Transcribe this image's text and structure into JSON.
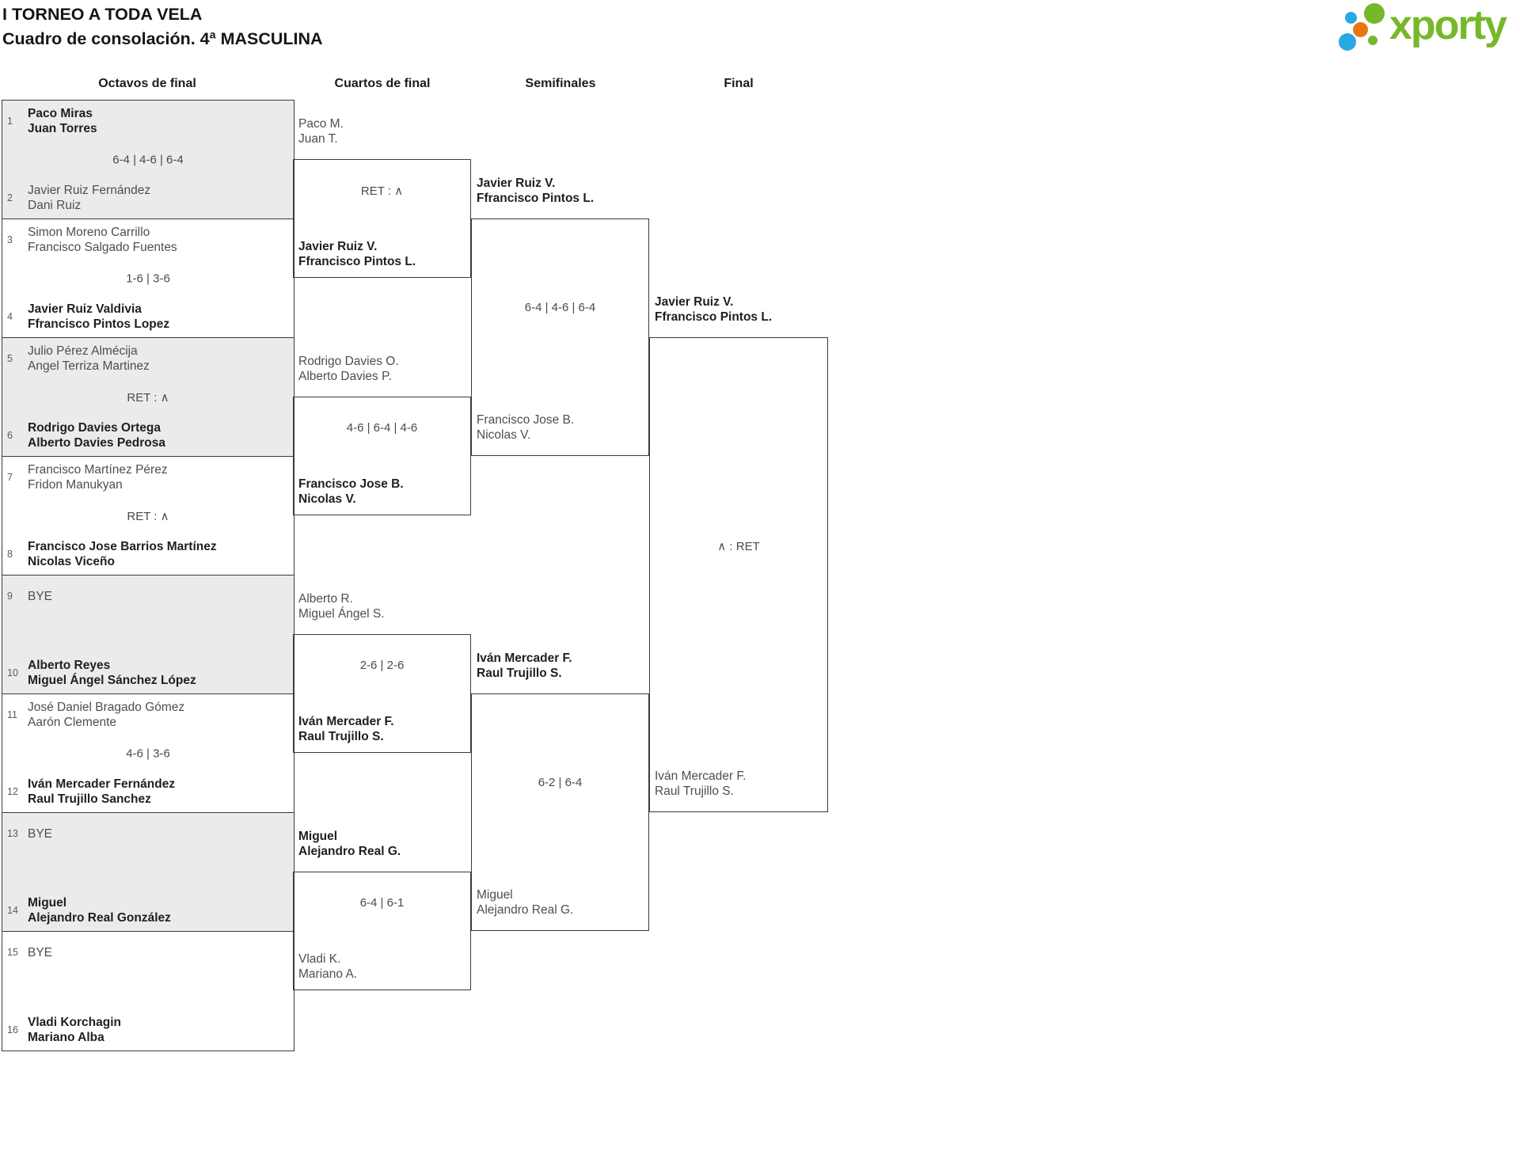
{
  "header": {
    "title": "I TORNEO A TODA VELA",
    "subtitle": "Cuadro de consolación. 4ª MASCULINA"
  },
  "logo": {
    "text": "xporty",
    "colors": {
      "green": "#76b82a",
      "blue": "#29a9e1",
      "orange": "#e8770e"
    }
  },
  "round_headers": [
    "Octavos de final",
    "Cuartos de final",
    "Semifinales",
    "Final"
  ],
  "octavos": [
    {
      "seed1": "1",
      "team1": "Paco Miras\nJuan Torres",
      "winner1": true,
      "score": "6-4 | 4-6 | 6-4",
      "seed2": "2",
      "team2": "Javier Ruiz Fernández\nDani Ruiz",
      "winner2": false,
      "shaded": true
    },
    {
      "seed1": "3",
      "team1": "Simon Moreno Carrillo\nFrancisco Salgado Fuentes",
      "winner1": false,
      "score": "1-6 | 3-6",
      "seed2": "4",
      "team2": "Javier Ruiz Valdivia\nFfrancisco Pintos Lopez",
      "winner2": true,
      "shaded": false
    },
    {
      "seed1": "5",
      "team1": "Julio Pérez Almécija\nAngel Terriza Martinez",
      "winner1": false,
      "score": "RET : ∧",
      "seed2": "6",
      "team2": "Rodrigo Davies Ortega\nAlberto Davies Pedrosa",
      "winner2": true,
      "shaded": true
    },
    {
      "seed1": "7",
      "team1": "Francisco Martínez Pérez\nFridon Manukyan",
      "winner1": false,
      "score": "RET : ∧",
      "seed2": "8",
      "team2": "Francisco Jose Barrios Martínez\nNicolas Viceño",
      "winner2": true,
      "shaded": false
    },
    {
      "seed1": "9",
      "team1": "BYE",
      "winner1": false,
      "score": "",
      "seed2": "10",
      "team2": "Alberto Reyes\nMiguel Ángel Sánchez López",
      "winner2": true,
      "shaded": true
    },
    {
      "seed1": "11",
      "team1": "José Daniel Bragado Gómez\nAarón Clemente",
      "winner1": false,
      "score": "4-6 | 3-6",
      "seed2": "12",
      "team2": "Iván Mercader Fernández\nRaul Trujillo Sanchez",
      "winner2": true,
      "shaded": false
    },
    {
      "seed1": "13",
      "team1": "BYE",
      "winner1": false,
      "score": "",
      "seed2": "14",
      "team2": "Miguel\nAlejandro Real González",
      "winner2": true,
      "shaded": true
    },
    {
      "seed1": "15",
      "team1": "BYE",
      "winner1": false,
      "score": "",
      "seed2": "16",
      "team2": "Vladi Korchagin\nMariano Alba",
      "winner2": true,
      "shaded": false
    }
  ],
  "cuartos": [
    {
      "team1": "Paco M.\nJuan T.",
      "winner1": false,
      "score": "RET : ∧",
      "team2": "Javier Ruiz V.\nFfrancisco Pintos L.",
      "winner2": true
    },
    {
      "team1": "Rodrigo Davies O.\nAlberto Davies P.",
      "winner1": false,
      "score": "4-6 | 6-4 | 4-6",
      "team2": "Francisco Jose B.\nNicolas V.",
      "winner2": true
    },
    {
      "team1": "Alberto R.\nMiguel Ángel S.",
      "winner1": false,
      "score": "2-6 | 2-6",
      "team2": "Iván Mercader F.\nRaul Trujillo S.",
      "winner2": true
    },
    {
      "team1": "Miguel\nAlejandro Real G.",
      "winner1": true,
      "score": "6-4 | 6-1",
      "team2": "Vladi K.\nMariano A.",
      "winner2": false
    }
  ],
  "semifinales": [
    {
      "team1": "Javier Ruiz V.\nFfrancisco Pintos L.",
      "winner1": true,
      "score": "6-4 | 4-6 | 6-4",
      "team2": "Francisco Jose B.\nNicolas V.",
      "winner2": false
    },
    {
      "team1": "Iván Mercader F.\nRaul Trujillo S.",
      "winner1": true,
      "score": "6-2 | 6-4",
      "team2": "Miguel\nAlejandro Real G.",
      "winner2": false
    }
  ],
  "final": {
    "team1": "Javier Ruiz V.\nFfrancisco Pintos L.",
    "winner1": true,
    "score": "∧ : RET",
    "team2": "Iván Mercader F.\nRaul Trujillo S.",
    "winner2": false
  }
}
